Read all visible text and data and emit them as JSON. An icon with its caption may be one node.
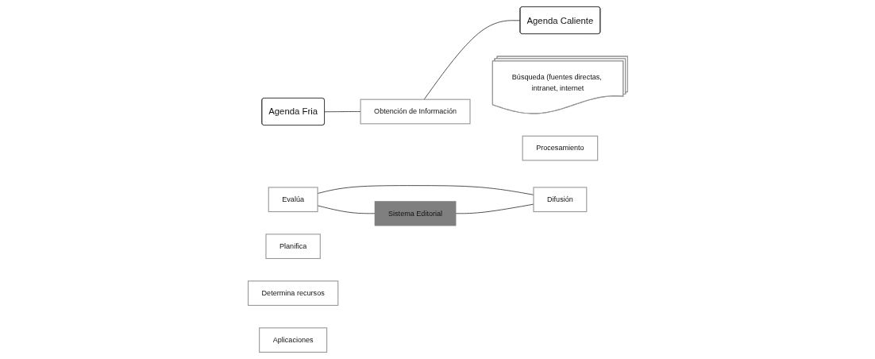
{
  "diagram": {
    "nodes": [
      {
        "text": [
          "Agenda Fria"
        ]
      },
      {
        "text": [
          "Obtención de Información"
        ]
      },
      {
        "text": [
          "Agenda Caliente"
        ]
      },
      {
        "text": [
          "Planifica"
        ]
      },
      {
        "text": [
          "Búsqueda (fuentes directas, intranet, internet"
        ]
      },
      {
        "text": [
          "Determina recursos"
        ]
      },
      {
        "text": [
          "Sistema Editorial"
        ]
      },
      {
        "text": [
          "Aplicaciones"
        ]
      },
      {
        "text": [
          "Procesamiento"
        ]
      },
      {
        "text": [
          "Evalúa"
        ]
      },
      {
        "text": [
          "Difusión"
        ]
      }
    ],
    "edges": [
      {
        "from": 0,
        "to": 1,
        "arrow": "none"
      },
      {
        "from": 1,
        "to": 2,
        "arrow": "none"
      },
      {
        "from": 9,
        "to": 10,
        "arrow": "none"
      },
      {
        "from": 6,
        "to": 9,
        "arrow": "none"
      },
      {
        "from": 6,
        "to": 10,
        "arrow": "none"
      }
    ]
  }
}
